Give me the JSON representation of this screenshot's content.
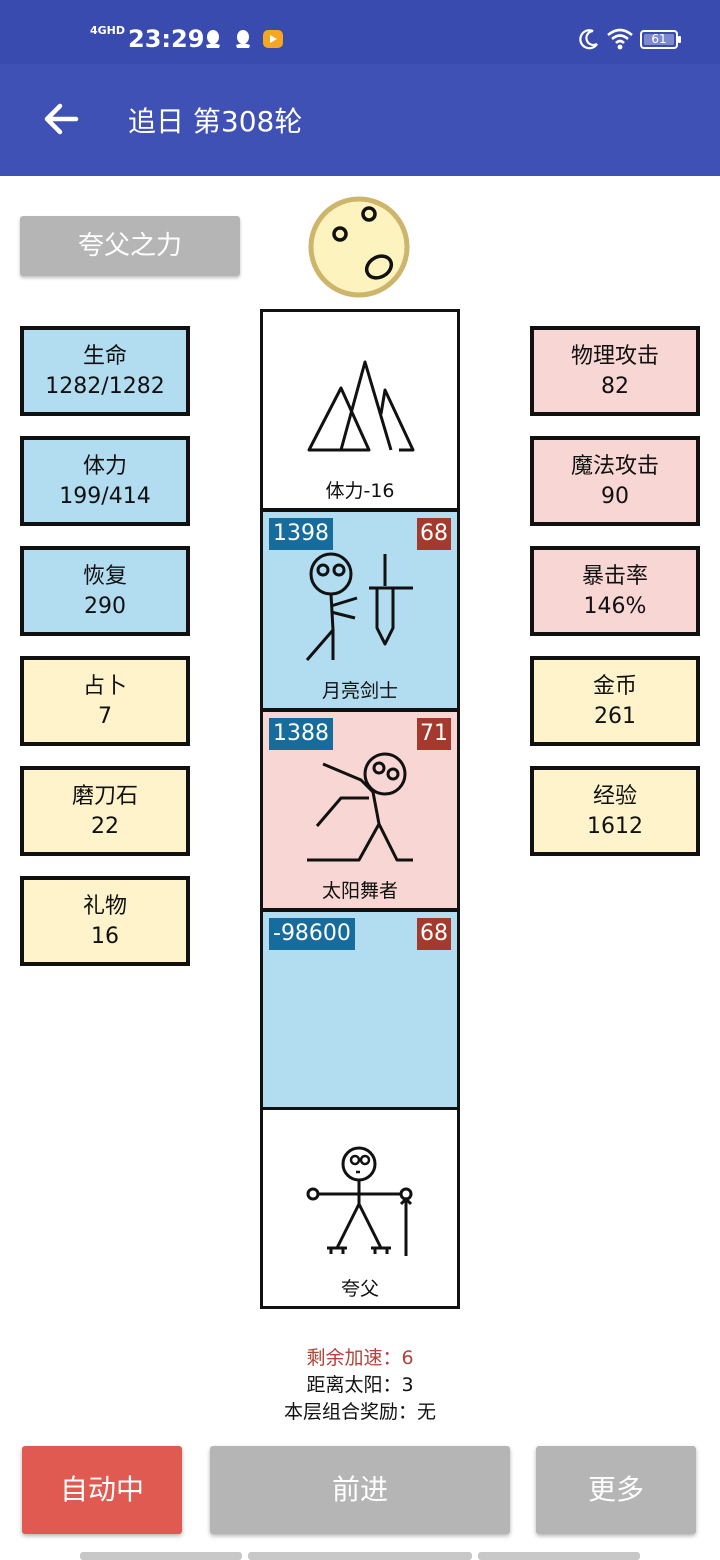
{
  "status_bar": {
    "network": "4GHD",
    "time": "23:29",
    "battery": "61",
    "icons": [
      "qq-icon",
      "qq-icon",
      "video-app-icon",
      "moon-icon",
      "wifi-icon",
      "battery-icon"
    ]
  },
  "app_bar": {
    "title": "追日 第308轮",
    "back_icon": "arrow-left-icon"
  },
  "power_button": {
    "label": "夸父之力"
  },
  "left_stats": [
    {
      "label": "生命",
      "value": "1282/1282",
      "color": "#b2dcf0"
    },
    {
      "label": "体力",
      "value": "199/414",
      "color": "#b2dcf0"
    },
    {
      "label": "恢复",
      "value": "290",
      "color": "#b2dcf0"
    },
    {
      "label": "占卜",
      "value": "7",
      "color": "#fff3cc"
    },
    {
      "label": "磨刀石",
      "value": "22",
      "color": "#fff3cc"
    },
    {
      "label": "礼物",
      "value": "16",
      "color": "#fff3cc"
    }
  ],
  "right_stats": [
    {
      "label": "物理攻击",
      "value": "82",
      "color": "#f7d6d4"
    },
    {
      "label": "魔法攻击",
      "value": "90",
      "color": "#f7d6d4"
    },
    {
      "label": "暴击率",
      "value": "146%",
      "color": "#f7d6d4"
    },
    {
      "label": "金币",
      "value": "261",
      "color": "#fff3cc"
    },
    {
      "label": "经验",
      "value": "1612",
      "color": "#fff3cc"
    }
  ],
  "tiles": [
    {
      "type": "terrain",
      "icon": "mountain-icon",
      "caption": "体力-16"
    },
    {
      "type": "enemy",
      "icon": "moon-swordsman-icon",
      "caption": "月亮剑士",
      "hp": "1398",
      "atk": "68",
      "color": "#b2dcf0"
    },
    {
      "type": "enemy",
      "icon": "sun-dancer-icon",
      "caption": "太阳舞者",
      "hp": "1388",
      "atk": "71",
      "color": "#f7d6d4"
    },
    {
      "type": "enemy",
      "icon": "",
      "caption": "",
      "hp": "-98600",
      "atk": "68",
      "color": "#b2dcf0"
    },
    {
      "type": "player",
      "icon": "kuafu-icon",
      "caption": "夸父"
    }
  ],
  "info": {
    "boost": "剩余加速：6",
    "distance": "距离太阳：3",
    "combo": "本层组合奖励：无",
    "boost_color": "#b0433a"
  },
  "bottom_buttons": {
    "auto": "自动中",
    "forward": "前进",
    "more": "更多",
    "auto_color": "#e05a52",
    "gray_color": "#b5b5b5"
  }
}
